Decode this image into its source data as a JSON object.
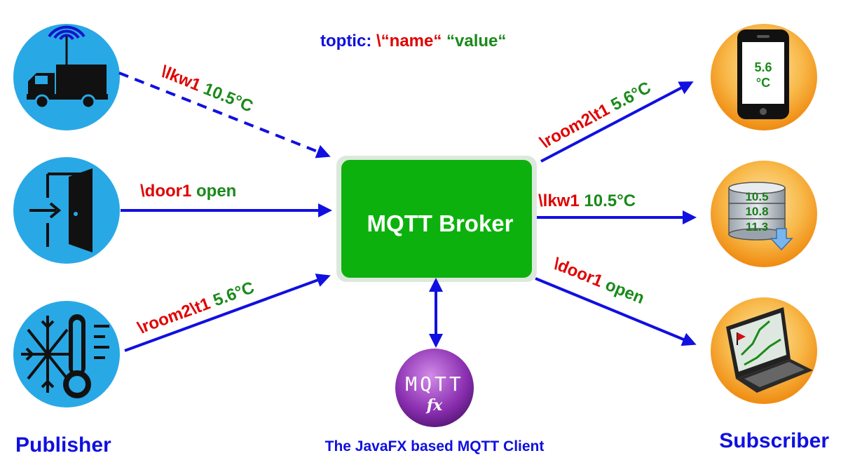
{
  "header": {
    "prefix": "toptic: ",
    "name_part": "\\“name“",
    "value_part": " “value“"
  },
  "broker": {
    "label": "MQTT Broker"
  },
  "client": {
    "logo_top": "MQTT",
    "logo_bottom": "fx",
    "caption": "The JavaFX based MQTT Client"
  },
  "publisher": {
    "caption": "Publisher",
    "truck_msg": {
      "topic": "\\lkw1",
      "value": " 10.5°C"
    },
    "door_msg": {
      "topic": "\\door1",
      "value": " open"
    },
    "temp_msg": {
      "topic": "\\room2\\t1",
      "value": " 5.6°C"
    }
  },
  "subscriber": {
    "caption": "Subscriber",
    "phone_msg": {
      "topic": "\\room2\\t1",
      "value": " 5.6°C"
    },
    "db_msg": {
      "topic": "\\lkw1",
      "value": " 10.5°C"
    },
    "laptop_msg": {
      "topic": "\\door1",
      "value": " open"
    },
    "phone_display_1": "5.6",
    "phone_display_2": "°C",
    "db_values": [
      "10.5",
      "10.8",
      "11.3"
    ]
  },
  "colors": {
    "blue": "#1010e0",
    "topic_red": "#e00000",
    "value_green": "#1a8a1a",
    "broker_green": "#0db10d",
    "publisher_circle": "#29a8e6",
    "subscriber_circle": "#f5a020"
  }
}
